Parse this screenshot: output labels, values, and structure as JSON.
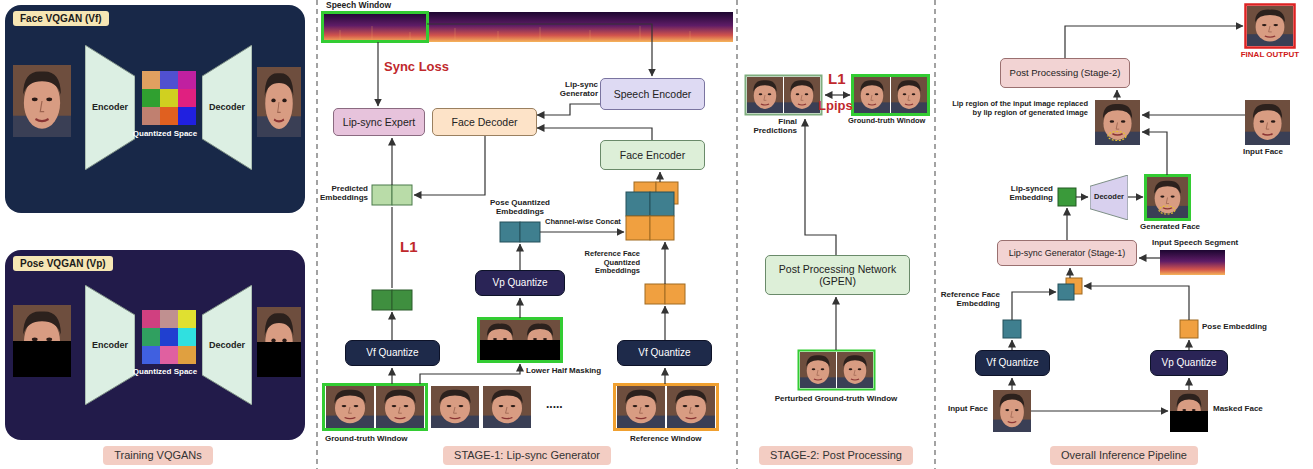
{
  "diagram": {
    "nodes": [
      {
        "text": [
          "Face VQGAN (Vf)"
        ]
      },
      {
        "text": [
          "Encoder"
        ],
        "in": 0
      },
      {
        "text": [
          "Decoder"
        ],
        "in": 0
      },
      {
        "text": [
          "Pose VQGAN (Vp)"
        ]
      },
      {
        "text": [
          "Encoder"
        ],
        "in": 3
      },
      {
        "text": [
          "Decoder"
        ],
        "in": 3
      },
      {
        "text": [
          "Lip-sync Expert"
        ]
      },
      {
        "text": [
          "Face Decoder"
        ]
      },
      {
        "text": [
          "Speech Encoder"
        ]
      },
      {
        "text": [
          "Face Encoder"
        ]
      },
      {
        "text": [
          "Vp Quantize"
        ]
      },
      {
        "text": [
          "Vf Quantize"
        ]
      },
      {
        "text": [
          "Vf Quantize"
        ]
      },
      {
        "text": [
          "Post Processing Network (GPEN)"
        ]
      },
      {
        "text": [
          "Post Processing (Stage-2)"
        ]
      },
      {
        "text": [
          "Decoder"
        ]
      },
      {
        "text": [
          "Lip-sync Generator (Stage-1)"
        ]
      },
      {
        "text": [
          "Vf Quantize"
        ]
      },
      {
        "text": [
          "Vp Quantize"
        ]
      },
      {
        "text": [
          "Training VQGANs"
        ]
      },
      {
        "text": [
          "STAGE-1: Lip-sync Generator"
        ]
      },
      {
        "text": [
          "STAGE-2: Post Processing"
        ]
      },
      {
        "text": [
          "Overall Inference Pipeline"
        ]
      }
    ],
    "edges": [
      {
        "from": 8,
        "to": 7,
        "arrow": "to"
      },
      {
        "from": 9,
        "to": 7,
        "arrow": "to"
      }
    ],
    "labels": [
      "Quantized Space",
      "Quantized Space",
      "Speech Window",
      "Sync Loss",
      "Lip-sync Generator",
      "Predicted Embeddings",
      "L1",
      "Pose Quantized Embeddings",
      "Channel-wise Concat",
      "Reference Face Quantized Embeddings",
      "Lower Half Masking",
      "Ground-truth Window",
      ".....",
      "Reference Window",
      "L1",
      "Lpips",
      "Final Predictions",
      "Ground-truth Window",
      "Perturbed Ground-truth Window",
      "FINAL OUTPUT",
      "Lip region of the input image replaced by lip region of generated image",
      "Input Face",
      "Lip-synced Embedding",
      "Generated Face",
      "Input Speech Segment",
      "Reference Face Embedding",
      "Pose Embedding",
      "Input Face",
      "Masked Face"
    ]
  }
}
